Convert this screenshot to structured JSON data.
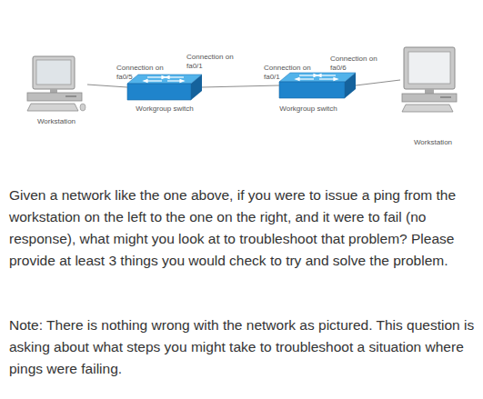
{
  "diagram": {
    "nodes": [
      {
        "text": [
          "Workstation"
        ]
      },
      {
        "text": [
          "Workgroup switch"
        ]
      },
      {
        "text": [
          "Workgroup switch"
        ]
      },
      {
        "text": [
          "Workstation"
        ]
      }
    ],
    "edges": [
      {
        "from": 0,
        "to": 1,
        "arrow": "none"
      },
      {
        "from": 1,
        "to": 2,
        "arrow": "none"
      },
      {
        "from": 2,
        "to": 3,
        "arrow": "none"
      }
    ],
    "labels": [
      "Connection on fa0/5",
      "Connection on fa0/1",
      "Connection on fa0/1",
      "Connection on fa0/6",
      "Given a network like the one above, if you were to issue a ping from the workstation on the left to the one on the right, and it were to fail (no response), what might you look at to troubleshoot that problem?  Please provide at least 3 things you would check to try and solve the problem.",
      "Note: There is nothing wrong with the network as pictured.  This question is asking about what steps you might take to troubleshoot a situation where pings were failing."
    ]
  }
}
